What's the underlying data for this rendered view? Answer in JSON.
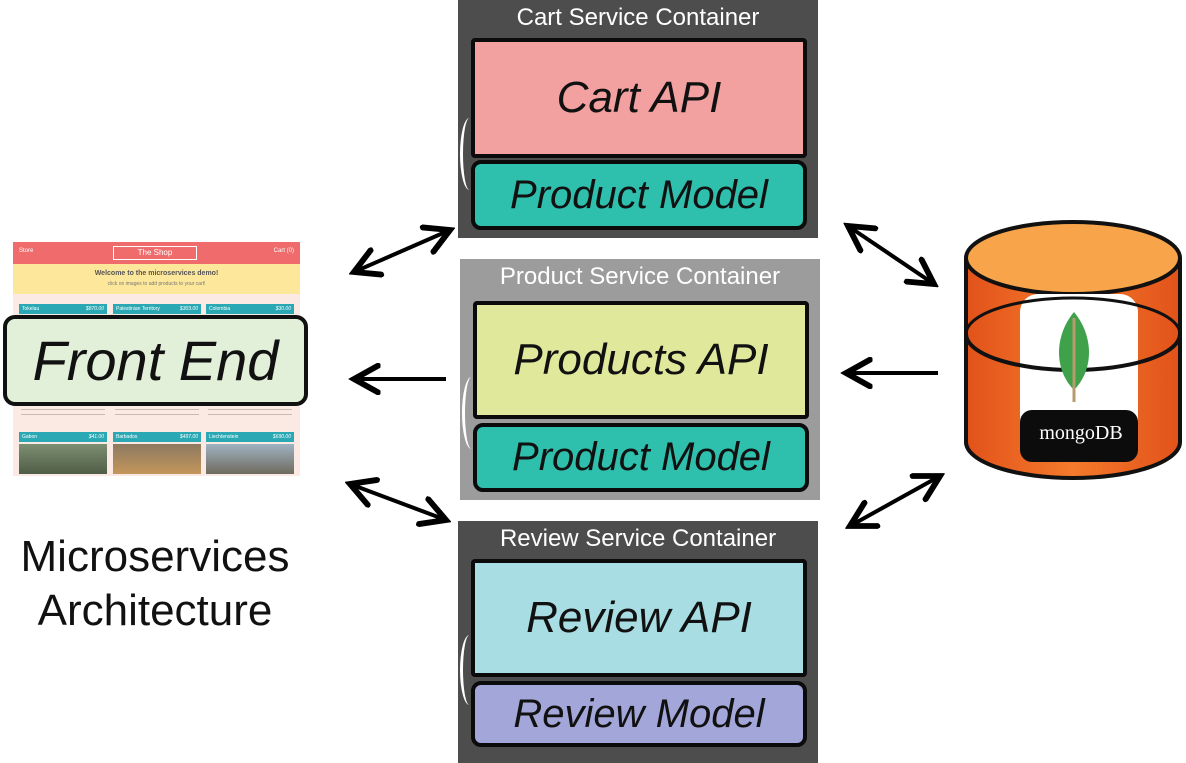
{
  "containers": {
    "cart": {
      "title": "Cart Service Container",
      "api": "Cart API",
      "model": "Product Model"
    },
    "product": {
      "title": "Product Service Container",
      "api": "Products API",
      "model": "Product Model"
    },
    "review": {
      "title": "Review Service Container",
      "api": "Review API",
      "model": "Review Model"
    }
  },
  "frontend": {
    "label": "Front End",
    "caption_line1": "Microservices",
    "caption_line2": "Architecture"
  },
  "shop_screenshot": {
    "nav_left": "Store",
    "nav_title": "The Shop",
    "nav_right": "Cart (0)",
    "welcome": "Welcome to the microservices demo!",
    "subtitle": "click on images to add products to your cart!",
    "top_cards": [
      {
        "name": "Tokelau",
        "price": "$870.00"
      },
      {
        "name": "Palestinian Territory",
        "price": "$303.00"
      },
      {
        "name": "Colombia",
        "price": "$30.00"
      }
    ],
    "bottom_cards": [
      {
        "name": "Gabon",
        "price": "$41.00"
      },
      {
        "name": "Barbados",
        "price": "$497.00"
      },
      {
        "name": "Liechtenstein",
        "price": "$690.00"
      }
    ]
  },
  "database": {
    "label": "mongoDB"
  },
  "colors": {
    "cart_api": "#f2a0a0",
    "products_api": "#dfe89b",
    "review_api": "#a8dde3",
    "product_model": "#2ebfad",
    "review_model": "#a3a6d8",
    "frontend": "#e2f0da",
    "db_orange": "#f26a24",
    "dark_container": "#4d4d4d",
    "light_container": "#9c9c9c"
  }
}
